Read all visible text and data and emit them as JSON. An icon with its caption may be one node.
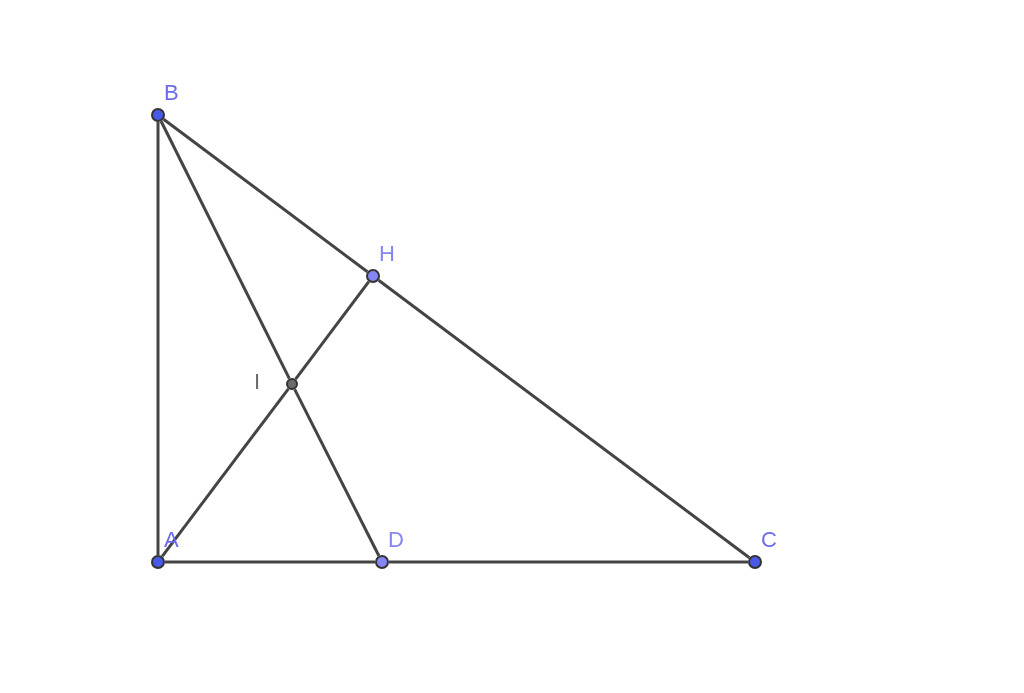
{
  "diagram": {
    "nodes": [
      {
        "text": [],
        "shape": "circle",
        "beside": [
          "B"
        ]
      },
      {
        "text": [],
        "shape": "circle",
        "beside": [
          "H"
        ]
      },
      {
        "text": [],
        "shape": "circle",
        "beside": [
          "I"
        ]
      },
      {
        "text": [],
        "shape": "circle",
        "beside": [
          "A"
        ]
      },
      {
        "text": [],
        "shape": "circle",
        "beside": [
          "D"
        ]
      },
      {
        "text": [],
        "shape": "circle",
        "beside": [
          "C"
        ]
      }
    ],
    "edges": [
      {
        "from": 0,
        "to": 3,
        "arrow": "none"
      },
      {
        "from": 0,
        "to": 1,
        "arrow": "none"
      },
      {
        "from": 1,
        "to": 5,
        "arrow": "none"
      },
      {
        "from": 3,
        "to": 4,
        "arrow": "none"
      },
      {
        "from": 4,
        "to": 5,
        "arrow": "none"
      },
      {
        "from": 0,
        "to": 2,
        "arrow": "none"
      },
      {
        "from": 2,
        "to": 4,
        "arrow": "none"
      },
      {
        "from": 3,
        "to": 2,
        "arrow": "none"
      },
      {
        "from": 2,
        "to": 1,
        "arrow": "none"
      }
    ]
  }
}
